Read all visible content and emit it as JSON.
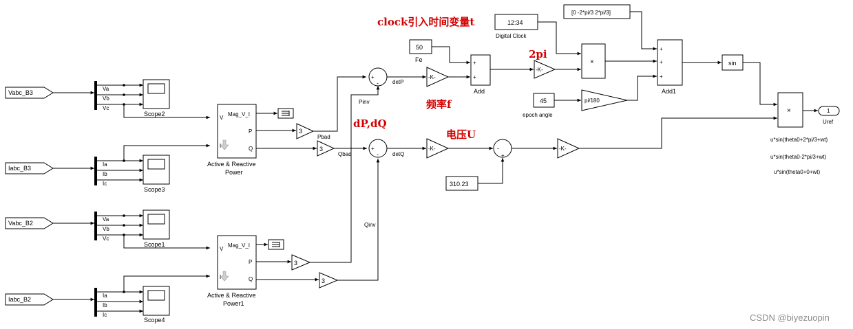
{
  "ports": {
    "vabc_b3": "Vabc_B3",
    "iabc_b3": "Iabc_B3",
    "vabc_b2": "Vabc_B2",
    "iabc_b2": "Iabc_B2"
  },
  "bus_labels": {
    "va": "Va",
    "vb": "Vb",
    "vc": "Vc",
    "ia": "Ia",
    "ib": "Ib",
    "ic": "Ic"
  },
  "scopes": {
    "scope2": "Scope2",
    "scope3": "Scope3",
    "scope1": "Scope1",
    "scope4": "Scope4"
  },
  "power_blocks": {
    "port_mag": "Mag_V_I",
    "port_v": "V",
    "port_i": "I",
    "port_p": "P",
    "port_q": "Q",
    "name_line1": "Active  & Reactive",
    "name_top_line2": "Power",
    "name_bottom_line2": "Power1"
  },
  "gains": {
    "gain_3": "3",
    "gain_k": "-K-",
    "gain_pi180": "pi/180"
  },
  "signals": {
    "pbad": "Pbad",
    "qbad": "Qbad",
    "pinv": "Pinv",
    "qinv": "Qinv",
    "detp": "detP",
    "detq": "detQ"
  },
  "constants": {
    "fe_value": "50",
    "fe_label": "Fe",
    "clock_value": "12:34",
    "clock_label": "Digital Clock",
    "vector_value": "[0 -2*pi/3 2*pi/3]",
    "epoch_value": "45",
    "epoch_label": "epoch angle",
    "volt_value": "310.23"
  },
  "ops": {
    "add": "Add",
    "add1": "Add1",
    "product": "×",
    "plus": "+",
    "minus": "-",
    "sin": "sin",
    "out_number": "1",
    "out_label": "Uref"
  },
  "formulas": [
    "u*sin(theta0+2*pi/3+wt)",
    "u*sin(theta0-2*pi/3+wt)",
    "u*sin(theta0+0+wt)"
  ],
  "annotations": {
    "clock_note": "clock引入时间变量t",
    "two_pi": "2pi",
    "freq": "频率f",
    "dpdq": "dP,dQ",
    "voltage": "电压U"
  },
  "watermark": "CSDN @biyezuopin"
}
